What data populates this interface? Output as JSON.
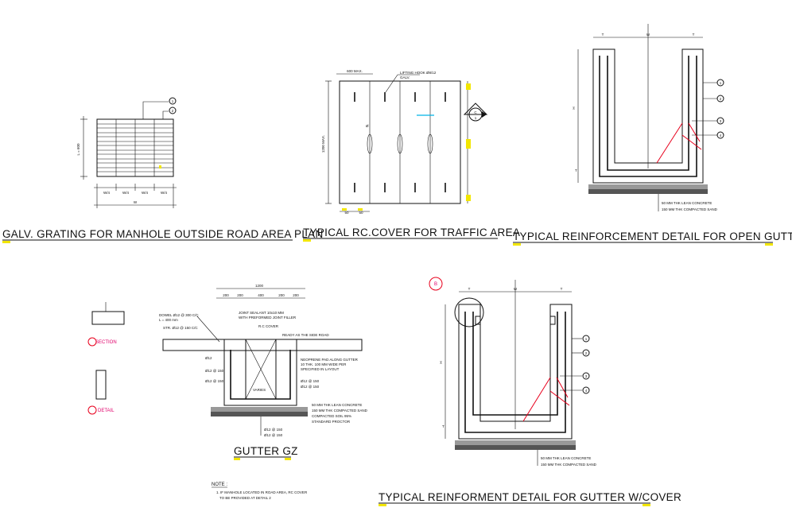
{
  "titles": {
    "grating_plan": "GALV. GRATING FOR MANHOLE OUTSIDE ROAD AREA PLAN",
    "rc_cover": "TYPICAL RC.COVER FOR TRAFFIC AREA",
    "open_gutter": "TYPICAL REINFORCEMENT DETAIL FOR OPEN GUTTER",
    "gutter_gz": "GUTTER GZ",
    "gutter_cover": "TYPICAL REINFORMENT DETAIL FOR GUTTER W/COVER"
  },
  "grating": {
    "callouts": [
      "1",
      "2"
    ],
    "dims_bottom": [
      "W/4",
      "W/4",
      "W/4",
      "W/4"
    ],
    "dim_width": "W",
    "dim_height": "L = 600"
  },
  "rc_cover": {
    "dim_top": "600 MAX.",
    "lifting_note_1": "LIFTING HOOK Ø8/12",
    "lifting_note_2": "GALV.",
    "dim_side": "1200 MAX.",
    "dims_bottom": [
      "50",
      "50"
    ],
    "section_marker": "C",
    "section_ref": "1"
  },
  "open_gutter": {
    "dim_t_left": "T",
    "dim_w": "W",
    "dim_t_right": "T",
    "dim_h": "H",
    "dim_t_base": "T",
    "callouts": [
      "1",
      "2",
      "3",
      "4"
    ],
    "notes": [
      "50 MM THK LEAN CONCRETE",
      "150 MM THK COMPACTED SAND"
    ]
  },
  "gutter_gz": {
    "dim_overall": "1200",
    "dims_segments": [
      "200",
      "200",
      "400",
      "200",
      "200"
    ],
    "notes_left": [
      "DOWEL Ø12 @ 300 C/C",
      "L = 400 mm",
      "STR. Ø12 @ 150 C/C"
    ],
    "notes_joint": [
      "JOINT SEALANT 10x10 MM",
      "WITH PREFORMED JOINT FILLER",
      "R.C COVER"
    ],
    "note_neoprene": [
      "NEOPRENE PAD ALONG GUTTER",
      "10 THK. 100 MM WIDE PER",
      "SPECIFIED IN LAYOUT"
    ],
    "note_ready": "READY AS THE SIDE ROAD",
    "rebar_labels": [
      "Ø12",
      "Ø12 @ 150",
      "Ø12 @ 150",
      "Ø12 @ 150",
      "Ø12 @ 150",
      "VARIES"
    ],
    "notes_bottom": [
      "50 MM THK LEAN CONCRETE",
      "150 MM THK COMPACTED SAND",
      "COMPACTED SOIL 95%",
      "STANDARD PROCTOR"
    ],
    "notes_bars": [
      "Ø12 @ 150",
      "Ø12 @ 150"
    ],
    "section_label": "SECTION",
    "detail_label": "DETAIL",
    "note_heading": "NOTE :",
    "note_lines": [
      "1. IF MANHOLE LOCATED IN ROAD AREA, RC COVER",
      "TO BE PROVIDED AT DETAIL 2"
    ]
  },
  "gutter_cover": {
    "dim_t_left": "T",
    "dim_w": "W",
    "dim_t_right": "T",
    "dim_h": "H",
    "dim_t_base": "T",
    "detail_marker": "B",
    "callouts": [
      "1",
      "2",
      "3",
      "4"
    ],
    "notes": [
      "50 MM THK LEAN CONCRETE",
      "150 MM THK COMPACTED SAND"
    ]
  }
}
